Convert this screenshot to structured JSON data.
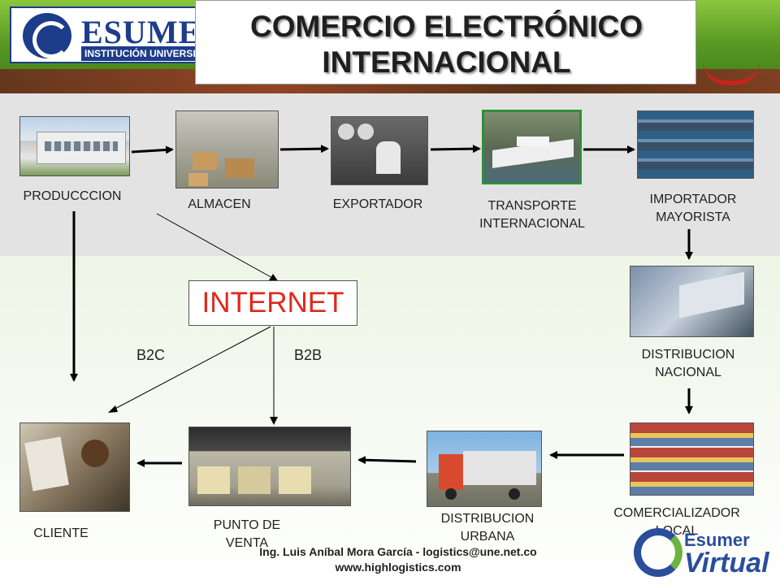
{
  "header": {
    "logo_name": "ESUMER",
    "logo_subtitle": "INSTITUCIÓN UNIVERSITARIA",
    "title_line1": "COMERCIO ELECTRÓNICO",
    "title_line2": "INTERNACIONAL"
  },
  "nodes": {
    "produccion": "PRODUCCCION",
    "almacen": "ALMACEN",
    "exportador": "EXPORTADOR",
    "transporte": "TRANSPORTE\nINTERNACIONAL",
    "importador": "IMPORTADOR\nMAYORISTA",
    "distribucion_nacional": "DISTRIBUCION\nNACIONAL",
    "comercializador": "COMERCIALIZADOR\nLOCAL",
    "distribucion_urbana": "DISTRIBUCION\nURBANA",
    "punto_venta": "PUNTO DE\nVENTA",
    "cliente": "CLIENTE",
    "internet": "INTERNET"
  },
  "edge_labels": {
    "b2c": "B2C",
    "b2b": "B2B"
  },
  "footer": {
    "author": "Ing.  Luis Aníbal Mora García - logistics@une.net.co",
    "website": "www.highlogistics.com"
  },
  "brand": {
    "virtual_top": "Esumer",
    "virtual_bottom": "Virtual"
  },
  "colors": {
    "internet_text": "#e0281c",
    "header_green": "#5a9a24",
    "brand_blue": "#1d3c8a"
  }
}
